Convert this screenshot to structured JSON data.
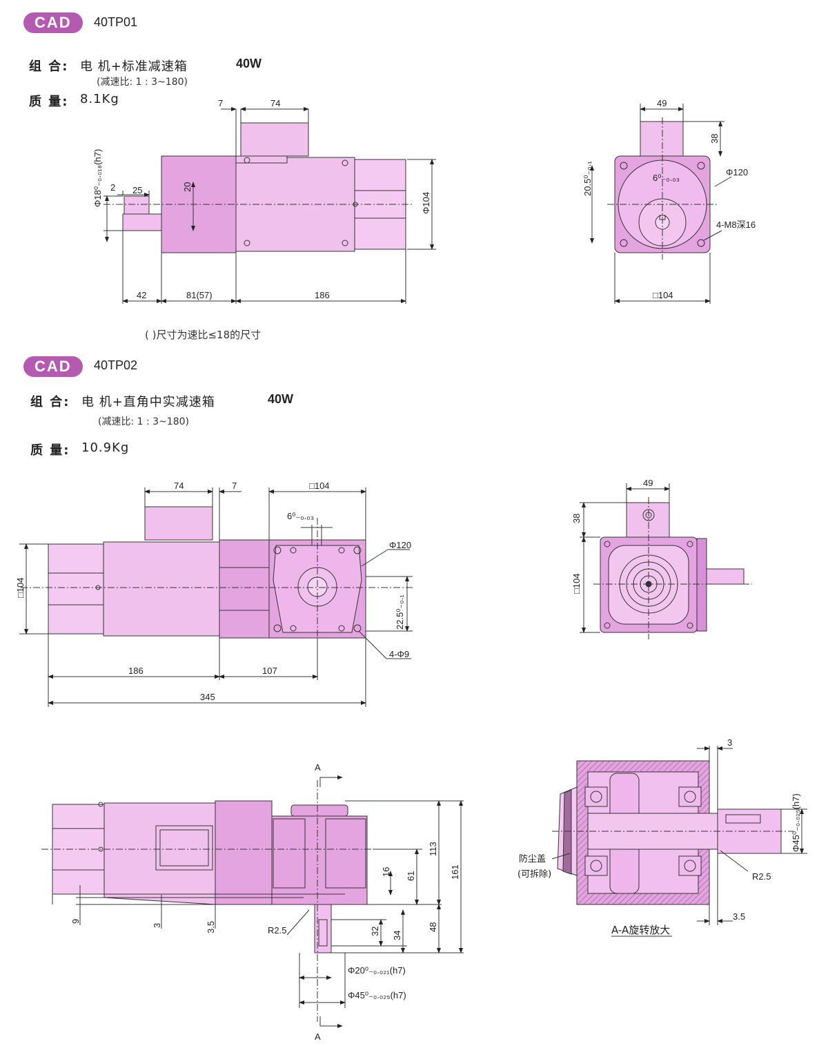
{
  "section1": {
    "badge": "CAD",
    "model": "40TP01",
    "combo_label": "组 合:",
    "combo_value": "电 机+标准减速箱",
    "power": "40W",
    "ratio_note": "(减速比: 1 : 3~180)",
    "mass_label": "质 量:",
    "mass_value": "8.1Kg",
    "footnote": "( )尺寸为速比≤18的尺寸",
    "dims": {
      "d7": "7",
      "d74": "74",
      "d49": "49",
      "d38": "38",
      "shaft": "Φ18⁰₋₀.₀₁₈(h7)",
      "d2": "2",
      "d25": "25",
      "d20": "20",
      "phi104": "Φ104",
      "d42": "42",
      "d81": "81(57)",
      "d186": "186",
      "key": "6⁰₋₀.₀₃",
      "d205": "20.5⁰₋₀.₁",
      "phi120": "Φ120",
      "holes": "4-M8深16",
      "sq104": "□104"
    }
  },
  "section2": {
    "badge": "CAD",
    "model": "40TP02",
    "combo_label": "组 合:",
    "combo_value": "电 机+直角中实减速箱",
    "power": "40W",
    "ratio_note": "(减速比: 1 : 3~180)",
    "mass_label": "质 量:",
    "mass_value": "10.9Kg",
    "dims": {
      "d74": "74",
      "d7": "7",
      "sq104top": "□104",
      "key": "6⁰₋₀.₀₃",
      "phi120": "Φ120",
      "sq104left": "□104",
      "d225": "22.5⁰₋₀.₁",
      "holes": "4-Φ9",
      "d186": "186",
      "d107": "107",
      "d345": "345",
      "d49": "49",
      "d38": "38",
      "sq104side": "□104",
      "secA": "A",
      "d9": "9",
      "d3": "3",
      "d35": "3.5",
      "r25": "R2.5",
      "d16": "16",
      "d61": "61",
      "d113": "113",
      "d161": "161",
      "d32": "32",
      "d34": "34",
      "d48": "48",
      "phi20": "Φ20⁰₋₀.₀₂₁(h7)",
      "phi45": "Φ45⁰₋₀.₀₂₅(h7)",
      "dtop3": "3",
      "dust1": "防尘盖",
      "dust2": "(可拆除)",
      "r25b": "R2.5",
      "d35b": "3.5",
      "phi45b": "Φ45⁰₋₀.₀₂₅(h7)",
      "caption": "A-A旋转放大"
    }
  },
  "colors": {
    "badge": "#b45ab1",
    "body_light": "#f2c0ef",
    "body_mid": "#e7a5e2",
    "body_dark": "#cc7ec8",
    "line": "#333333"
  }
}
